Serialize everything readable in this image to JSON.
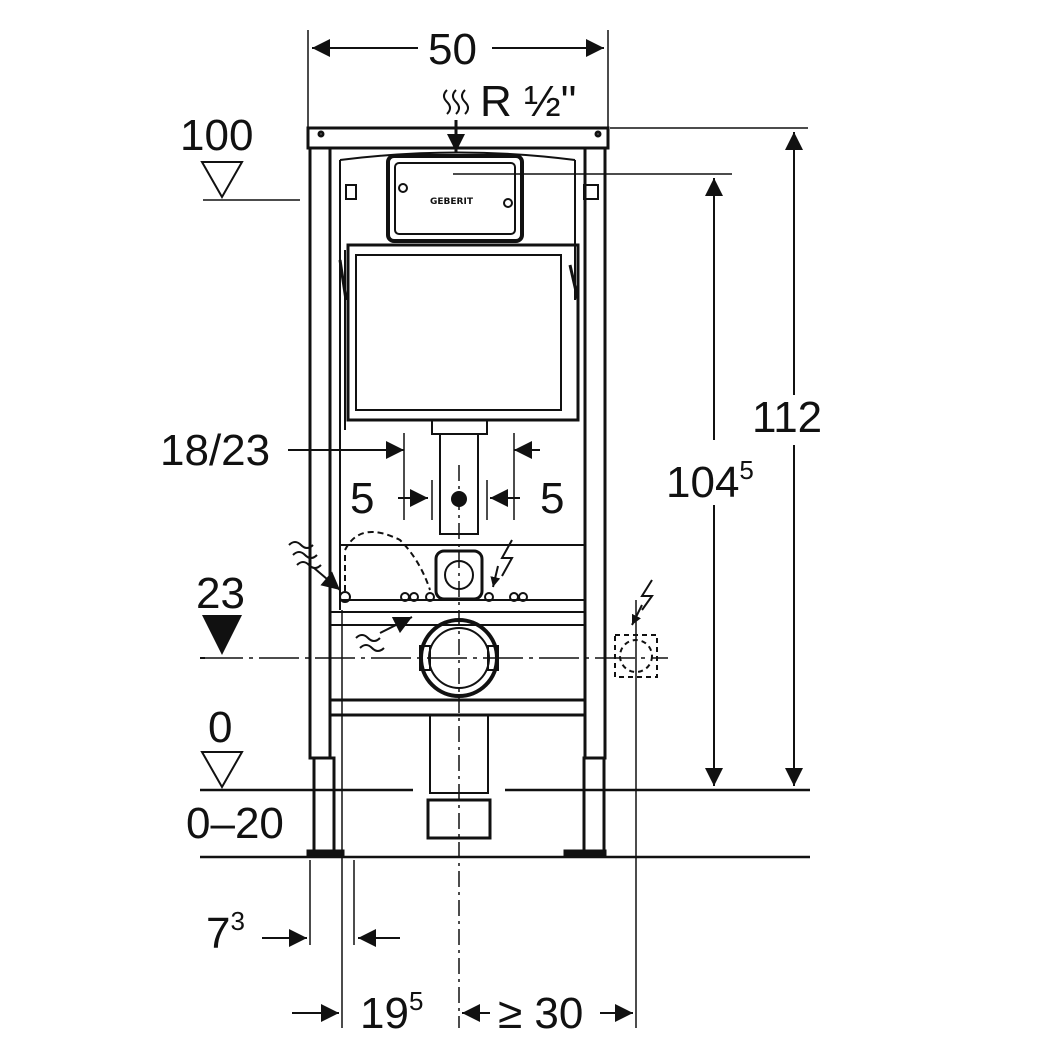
{
  "diagram": {
    "brand_label": "GEBERIT",
    "dimensions": {
      "frame_width": "50",
      "water_inlet": "R ½\"",
      "level_top": "100",
      "overall_height": "112",
      "cistern_height_main": "104",
      "cistern_height_sup": "5",
      "drain_range": "18/23",
      "offset_left": "5",
      "offset_right": "5",
      "level_drain": "23",
      "level_floor": "0",
      "floor_range": "0–20",
      "foot_offset_main": "7",
      "foot_offset_sup": "3",
      "wall_to_axis_main": "19",
      "wall_to_axis_sup": "5",
      "min_clearance": "≥ 30"
    }
  }
}
